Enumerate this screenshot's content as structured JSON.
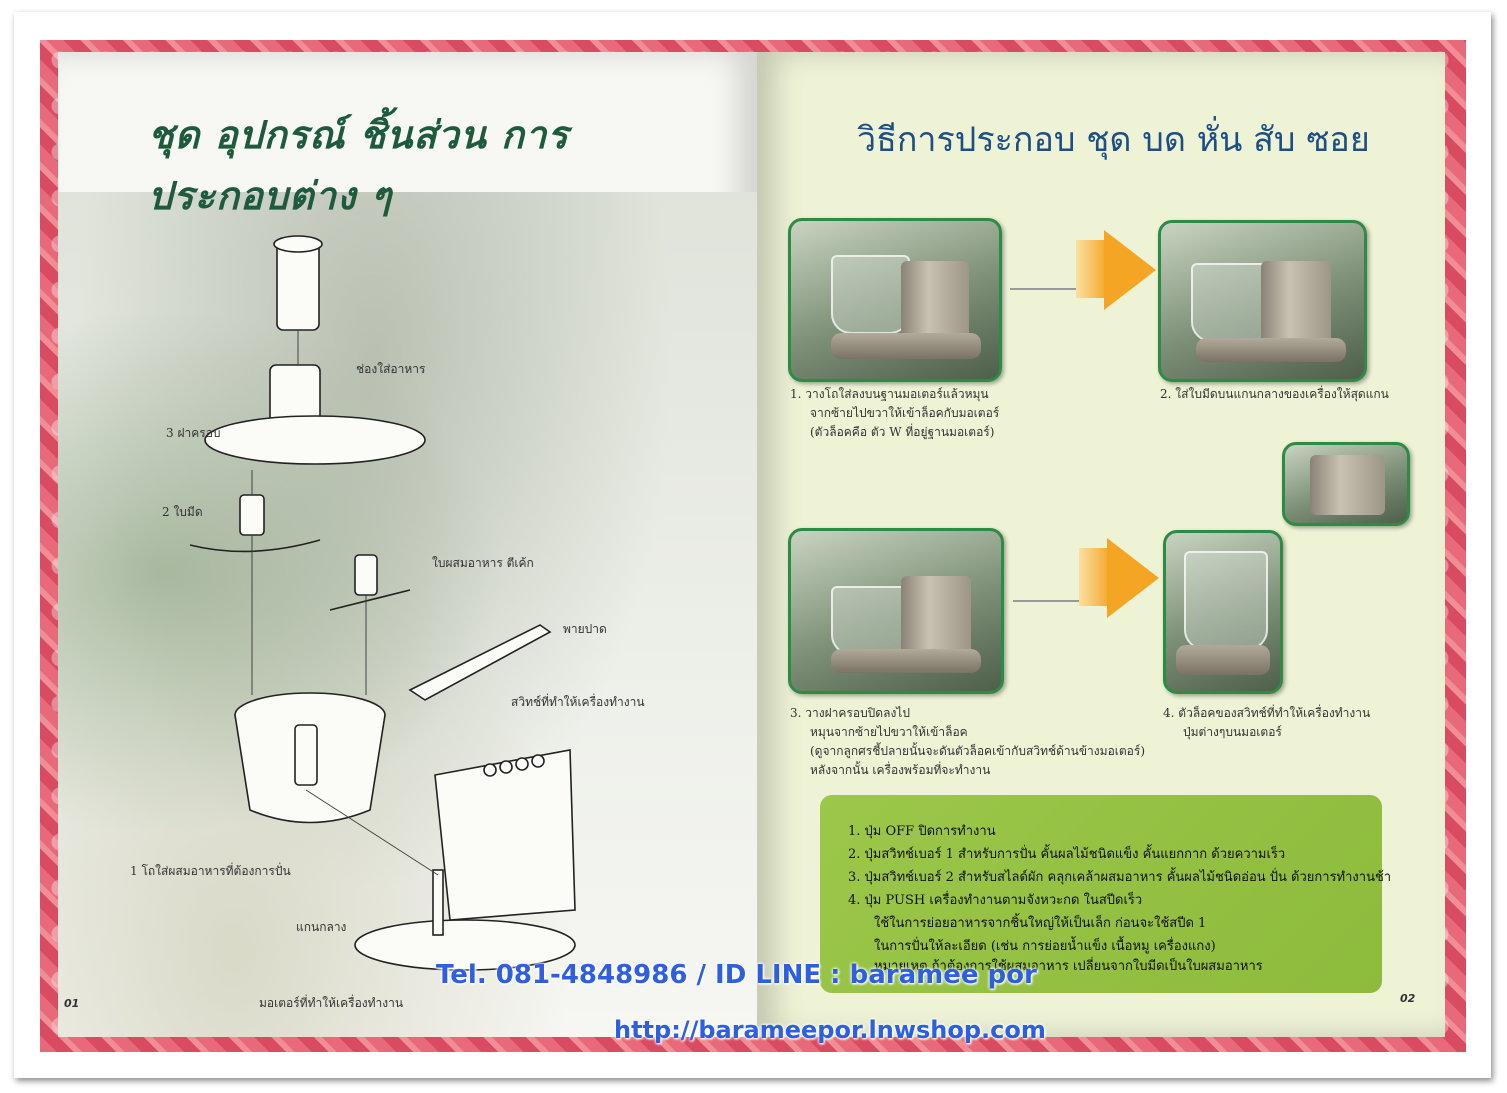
{
  "left_page": {
    "title": "ชุด อุปกรณ์ ชิ้นส่วน การประกอบต่าง ๆ",
    "labels": {
      "feed_chute": "ช่องใส่อาหาร",
      "lid": "3 ฝาครอบ",
      "blade": "2 ใบมีด",
      "mixing_blade": "ใบผสมอาหาร ตีเค้ก",
      "spatula": "พายปาด",
      "switch": "สวิทช์ที่ทำให้เครื่องทำงาน",
      "bowl": "1 โถใส่ผสมอาหารที่ต้องการปั่น",
      "shaft": "แกนกลาง",
      "motor": "มอเตอร์ที่ทำให้เครื่องทำงาน"
    },
    "page_number": "01"
  },
  "right_page": {
    "title": "วิธีการประกอบ ชุด บด หั่น สับ ซอย",
    "steps": [
      {
        "num": "1.",
        "lines": [
          "วางโถใส่ลงบนฐานมอเตอร์แล้วหมุน",
          "จากซ้ายไปขวาให้เข้าล็อคกับมอเตอร์",
          "(ตัวล็อคคือ ตัว W ที่อยู่ฐานมอเตอร์)"
        ]
      },
      {
        "num": "2.",
        "lines": [
          "ใส่ใบมีดบนแกนกลางของเครื่องให้สุดแกน"
        ]
      },
      {
        "num": "3.",
        "lines": [
          "วางฝาครอบปิดลงไป",
          "หมุนจากซ้ายไปขวาให้เข้าล็อค",
          "(ดูจากลูกศรชี้ปลายนั้นจะดันตัวล็อคเข้ากับสวิทช์ด้านข้างมอเตอร์)",
          "หลังจากนั้น เครื่องพร้อมที่จะทำงาน"
        ]
      },
      {
        "num": "4.",
        "lines": [
          "ตัวล็อคของสวิทช์ที่ทำให้เครื่องทำงาน",
          "ปุ่มต่างๆบนมอเตอร์"
        ]
      }
    ],
    "instructions": [
      {
        "num": "1.",
        "text": "ปุ่ม OFF ปิดการทำงาน"
      },
      {
        "num": "2.",
        "text": "ปุ่มสวิทช์เบอร์ 1 สำหรับการปั่น คั้นผลไม้ชนิดแข็ง คั้นแยกกาก ด้วยความเร็ว"
      },
      {
        "num": "3.",
        "text": "ปุ่มสวิทช์เบอร์ 2 สำหรับสไลด์ผัก คลุกเคล้าผสมอาหาร คั้นผลไม้ชนิดอ่อน ปั่น ด้วยการทำงานช้า"
      },
      {
        "num": "4.",
        "text": "ปุ่ม PUSH เครื่องทำงานตามจังหวะกด ในสปีดเร็ว"
      },
      {
        "num": "",
        "text": "ใช้ในการย่อยอาหารจากชิ้นใหญ่ให้เป็นเล็ก ก่อนจะใช้สปีด 1"
      },
      {
        "num": "",
        "text": "ในการปั่นให้ละเอียด (เช่น การย่อยน้ำแข็ง เนื้อหมู เครื่องแกง)"
      },
      {
        "num": "",
        "text": "หมายเหตุ ถ้าต้องการใช้ผสมอาหาร เปลี่ยนจากใบมีดเป็นใบผสมอาหาร"
      }
    ],
    "page_number": "02"
  },
  "watermark": {
    "phone": "Tel. 081-4848986 / ID LINE : baramee por",
    "url": "http://barameepor.lnwshop.com"
  },
  "colors": {
    "title_green": "#1e5a3c",
    "title_blue": "#1d4f86",
    "arrow": "#f4a524",
    "box_green": "#94c244",
    "watermark": "#2e5fe0"
  }
}
